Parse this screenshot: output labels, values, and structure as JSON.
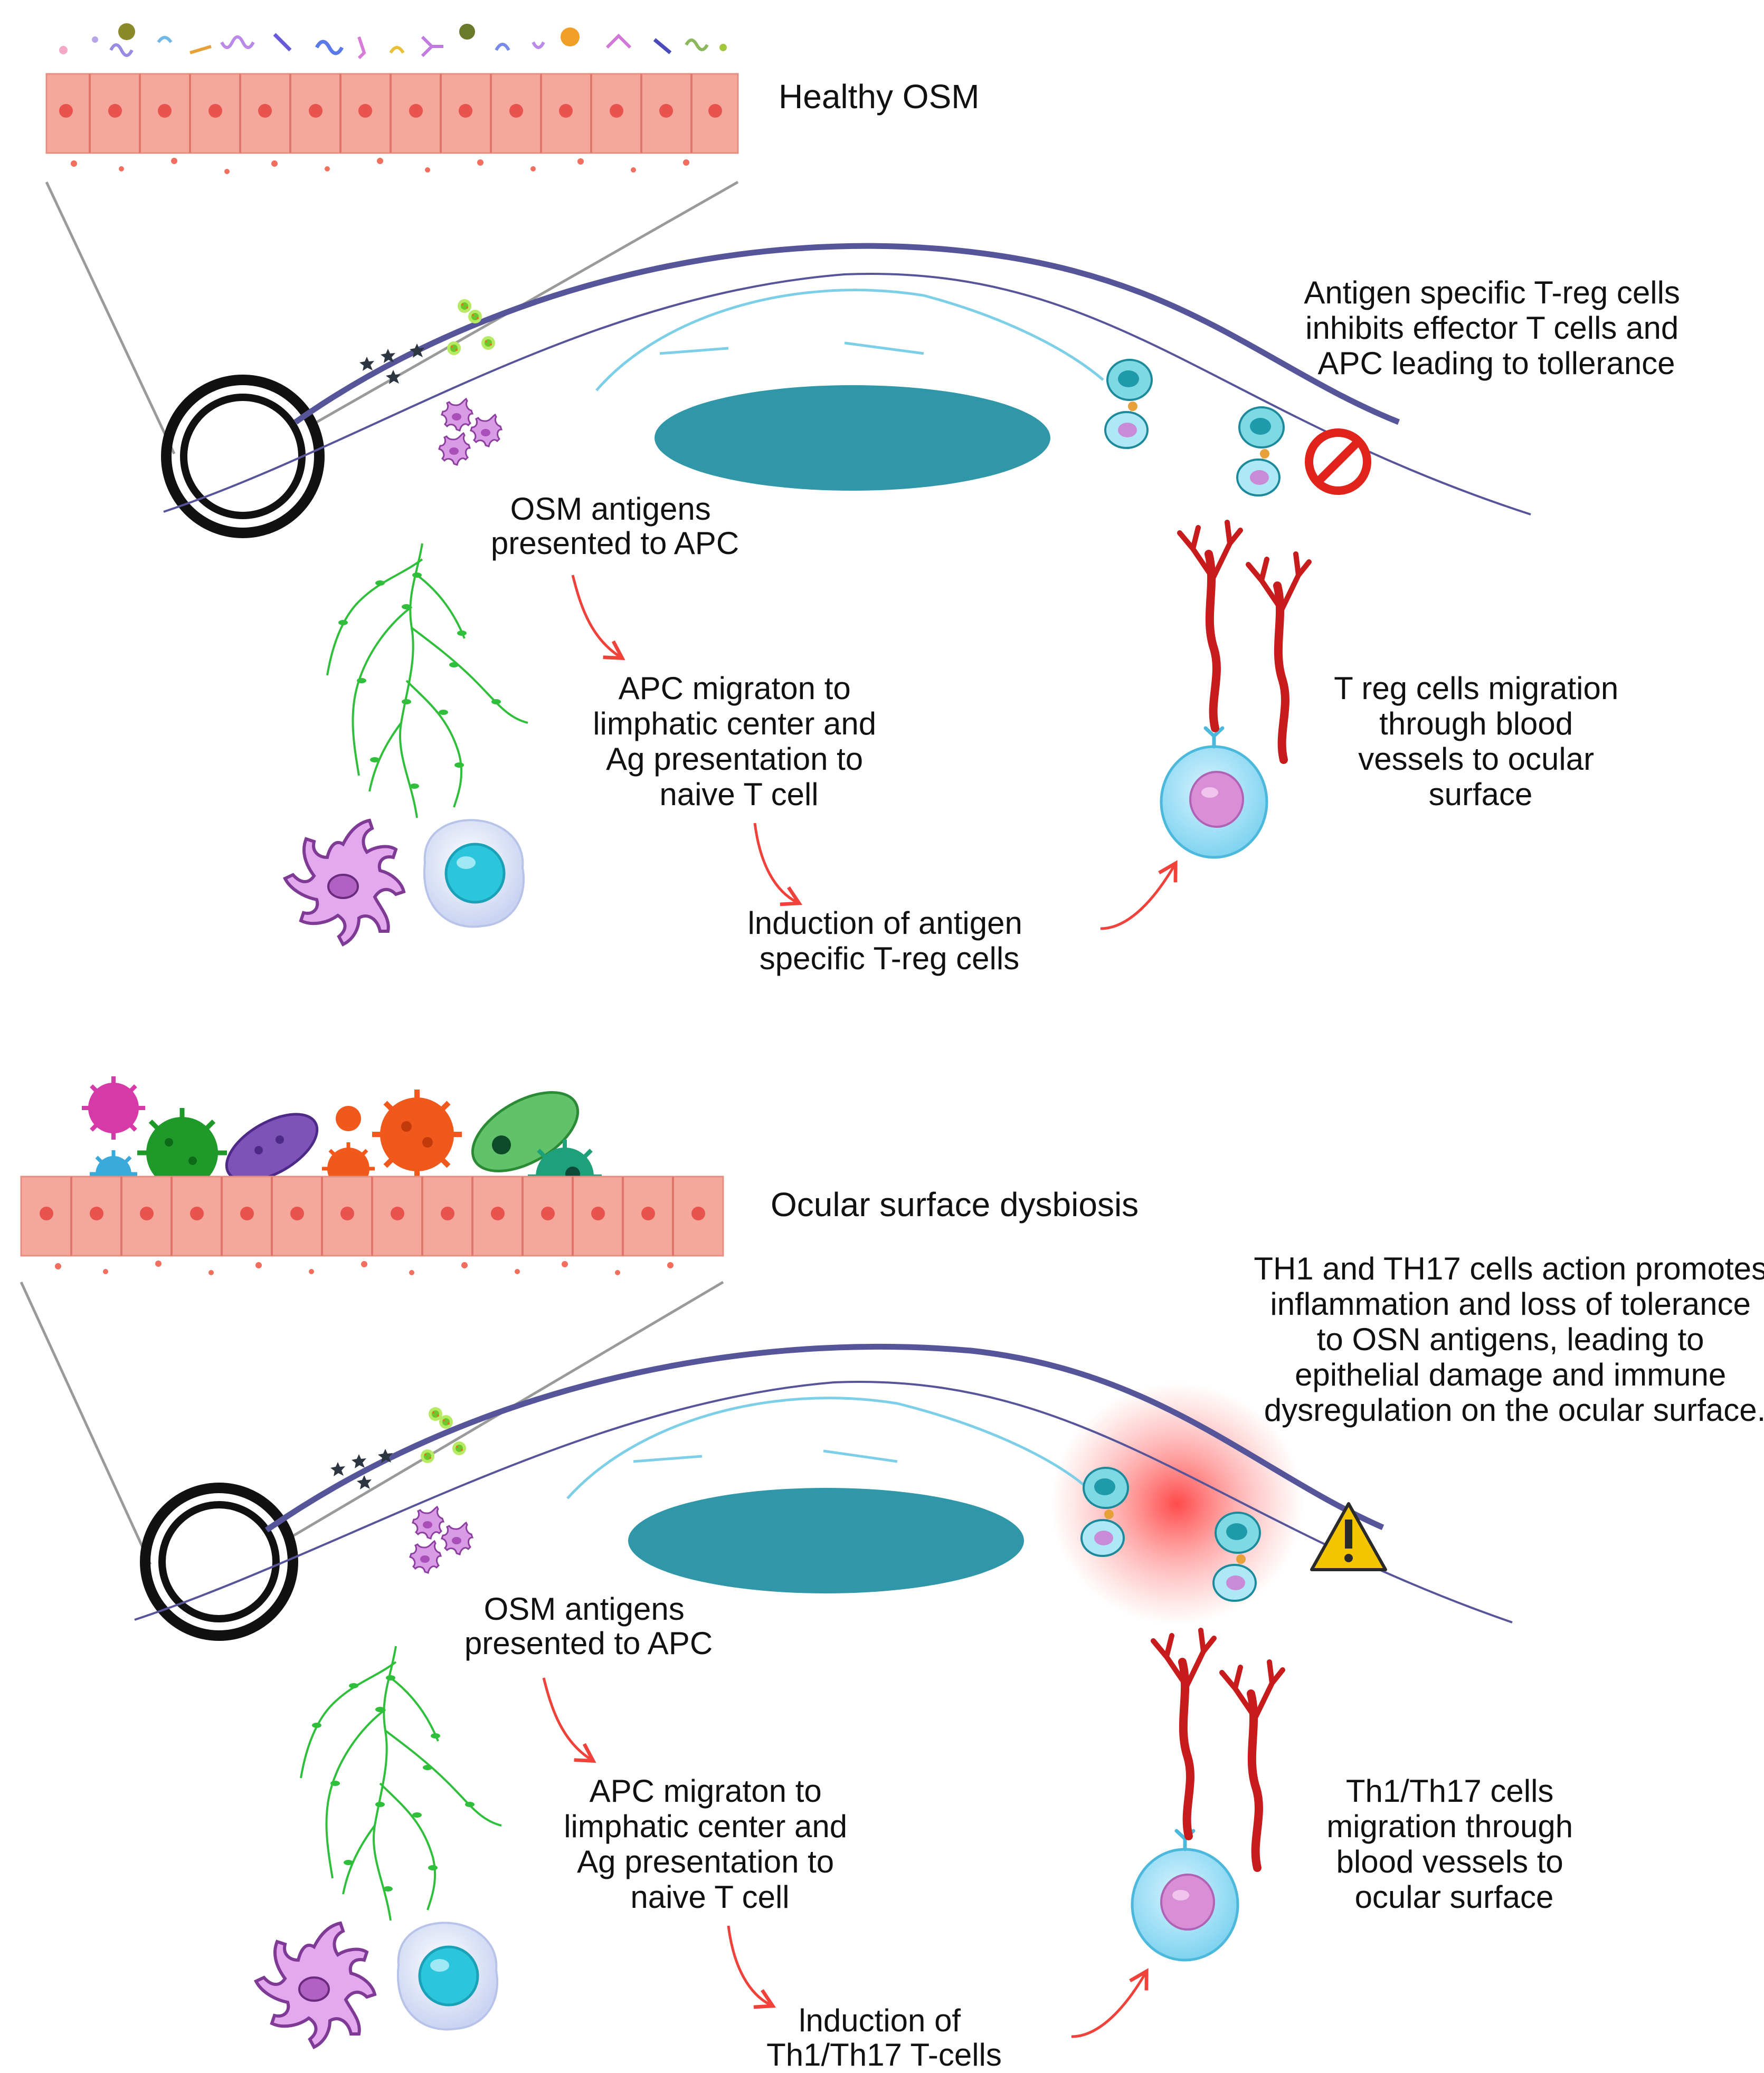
{
  "healthy": {
    "title": "Healthy OSM",
    "antigen_presentation": [
      "OSM antigens",
      "presented to APC"
    ],
    "apc_migration": [
      "APC migraton to",
      "limphatic center and",
      "Ag presentation to",
      "naive T cell"
    ],
    "induction": [
      "lnduction of  antigen",
      "specific T-reg cells"
    ],
    "migration": [
      "T reg cells migration",
      "through blood",
      "vessels to ocular",
      "surface"
    ],
    "outcome": [
      "Antigen specific T-reg cells",
      "inhibits effector T cells and",
      "APC leading to tollerance"
    ],
    "status_icon": "prohibition-icon",
    "status_color": "#e0241b"
  },
  "dysbiosis": {
    "title": "Ocular surface dysbiosis",
    "antigen_presentation": [
      "OSM antigens",
      "presented to APC"
    ],
    "apc_migration": [
      "APC migraton to",
      "limphatic center and",
      "Ag presentation to",
      "naive T cell"
    ],
    "induction": [
      "lnduction of",
      "Th1/Th17 T-cells"
    ],
    "migration": [
      "Th1/Th17 cells",
      "migration through",
      "blood vessels to",
      "ocular surface"
    ],
    "outcome": [
      "TH1 and TH17 cells action promotes",
      "inflammation and loss of tolerance",
      "to OSN antigens, leading to",
      "epithelial damage and immune",
      "dysregulation on the ocular surface."
    ],
    "status_icon": "warning-icon",
    "status_color": "#f5c400"
  },
  "colors": {
    "epithelium": "#f4a79a",
    "epithelium_nucleus": "#e8534d",
    "eyelid_line": "#57559a",
    "lens": "#2f97a8",
    "arrow": "#f0413a",
    "vessel": "#c81b1b",
    "lymphatic": "#2fbf3a",
    "inflammation": "#ff3b3b"
  }
}
